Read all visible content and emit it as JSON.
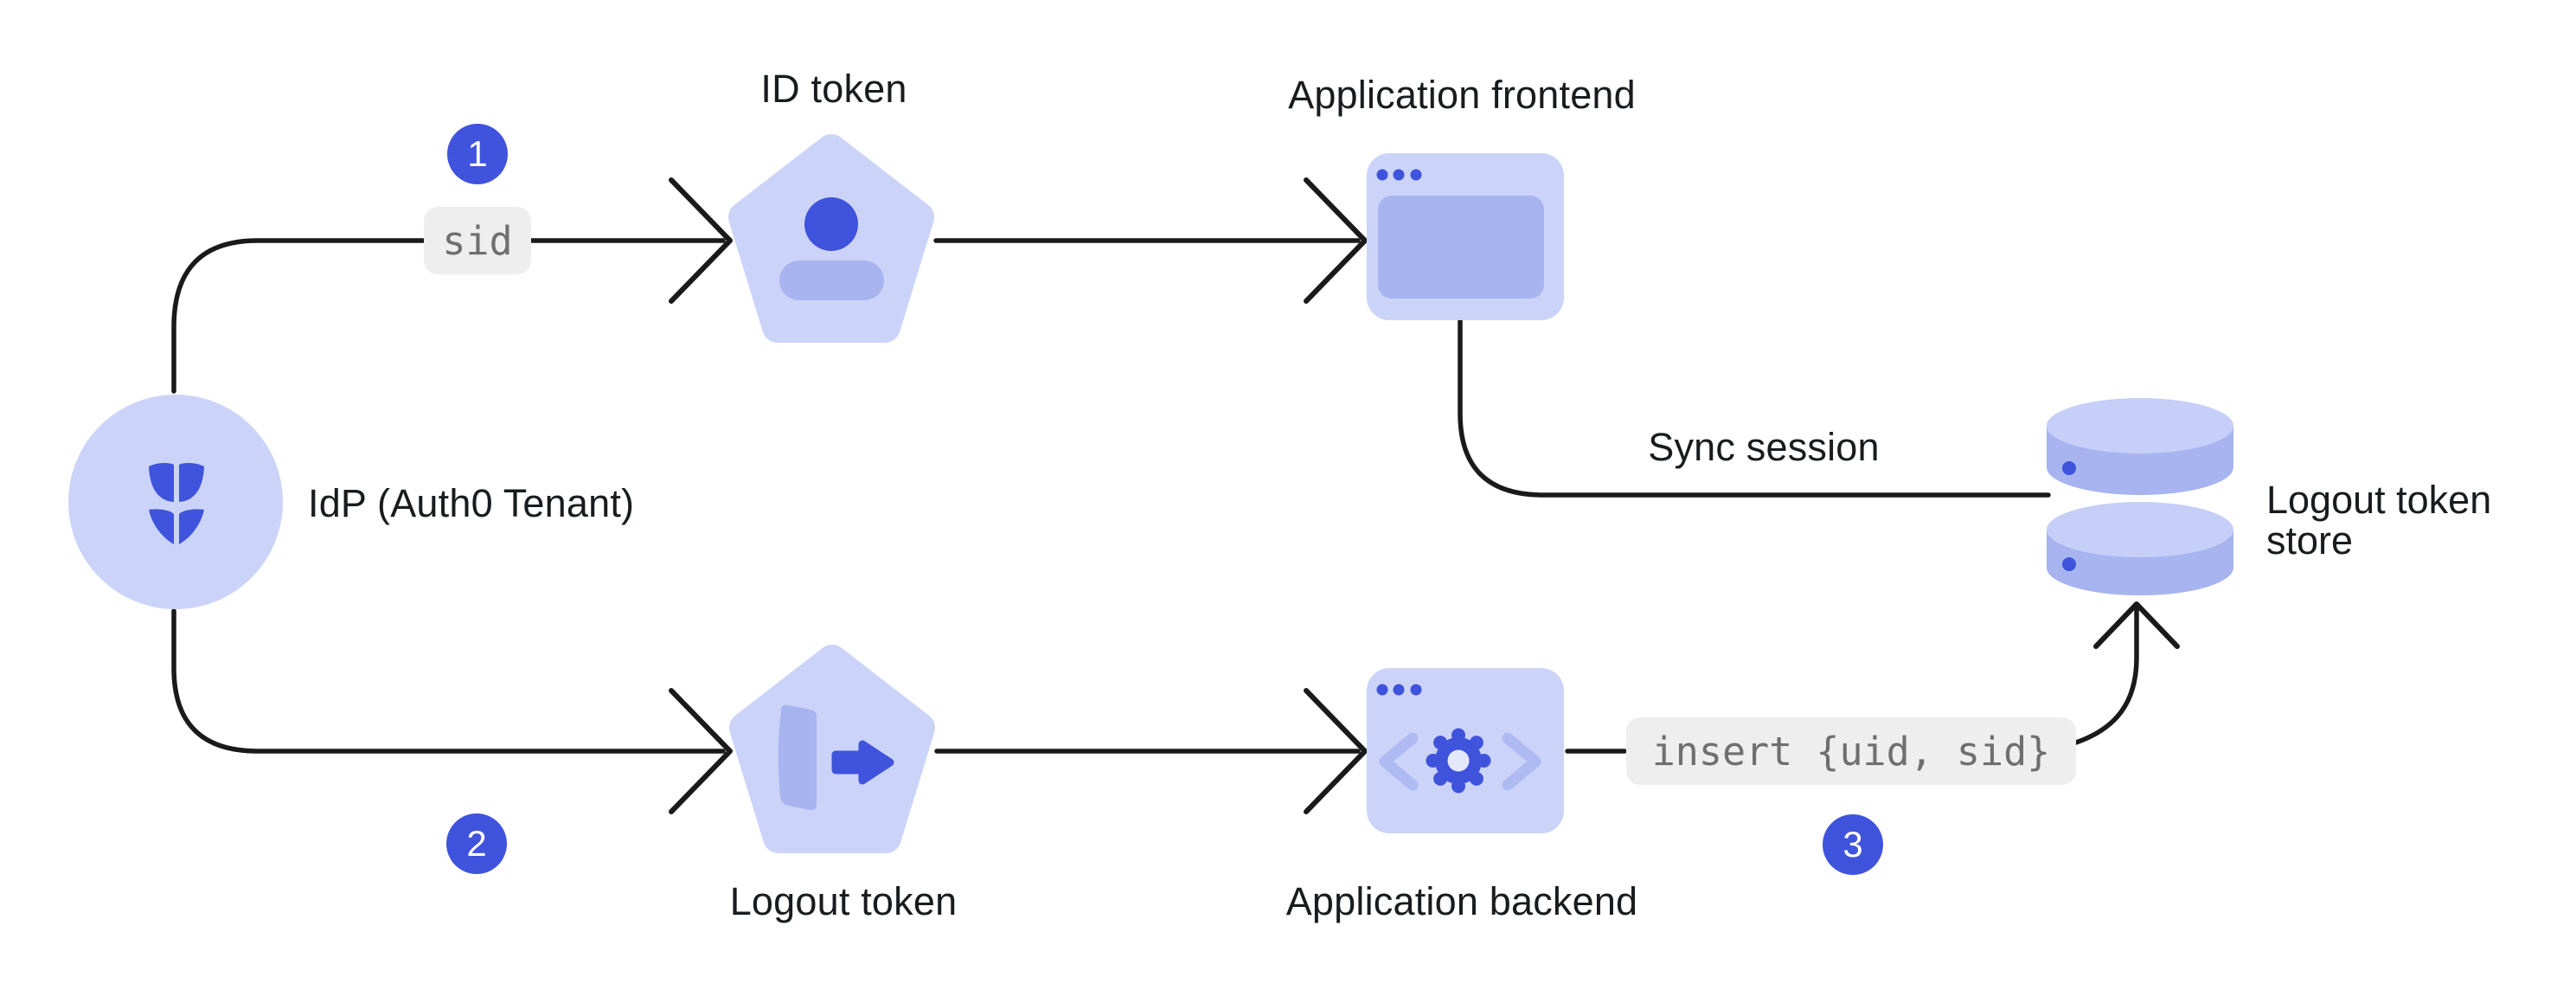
{
  "idp": {
    "label": "IdP (Auth0 Tenant)"
  },
  "steps": [
    {
      "number": "1"
    },
    {
      "number": "2"
    },
    {
      "number": "3"
    }
  ],
  "chips": {
    "sid": "sid",
    "insert": "insert {uid, sid}"
  },
  "nodes": {
    "id_token": "ID token",
    "frontend": "Application frontend",
    "logout_token": "Logout token",
    "backend": "Application backend",
    "store_line1": "Logout token",
    "store_line2": "store"
  },
  "edges": {
    "sync": "Sync session"
  },
  "colors": {
    "accent": "#4053dc",
    "lavender": "#cbd4f8",
    "lavender-mid": "#a7b4f0",
    "lavender-soft": "#aebbf3",
    "db-light": "#c6cff8",
    "line": "#1a1a1a",
    "text": "#191c1e",
    "chip-bg": "#eeeeee",
    "chip-text": "#6f6f6f",
    "gear-hole": "#e3e8fb",
    "badge-text": "#ffffff"
  }
}
